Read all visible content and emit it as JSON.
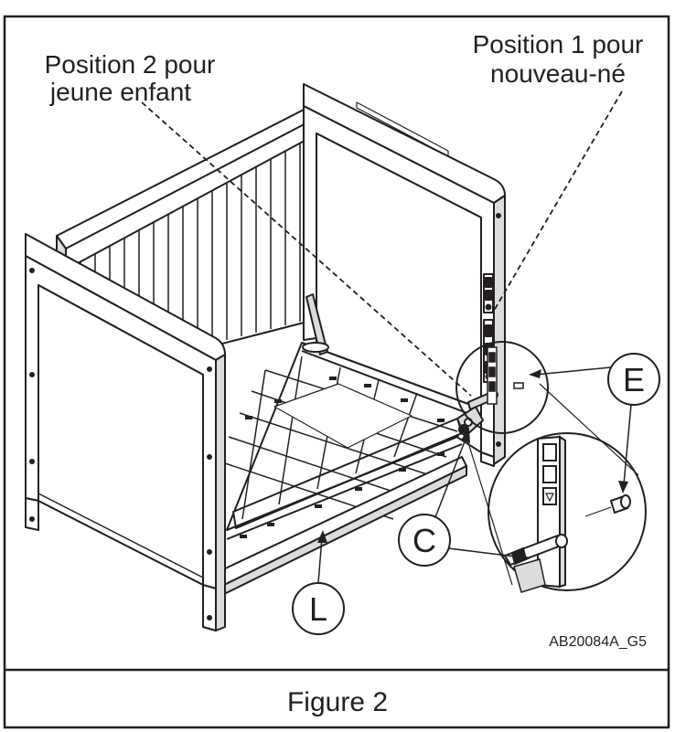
{
  "labels": {
    "position2_line1": "Position 2 pour",
    "position2_line2": "jeune enfant",
    "position1_line1": "Position 1 pour",
    "position1_line2": "nouveau-né",
    "callout_e": "E",
    "callout_c": "C",
    "callout_l": "L",
    "part_number": "AB20084A_G5",
    "caption": "Figure 2"
  },
  "colors": {
    "ink": "#231f20",
    "panel_fill": "#ffffff",
    "shade": "#dcdcdc"
  }
}
